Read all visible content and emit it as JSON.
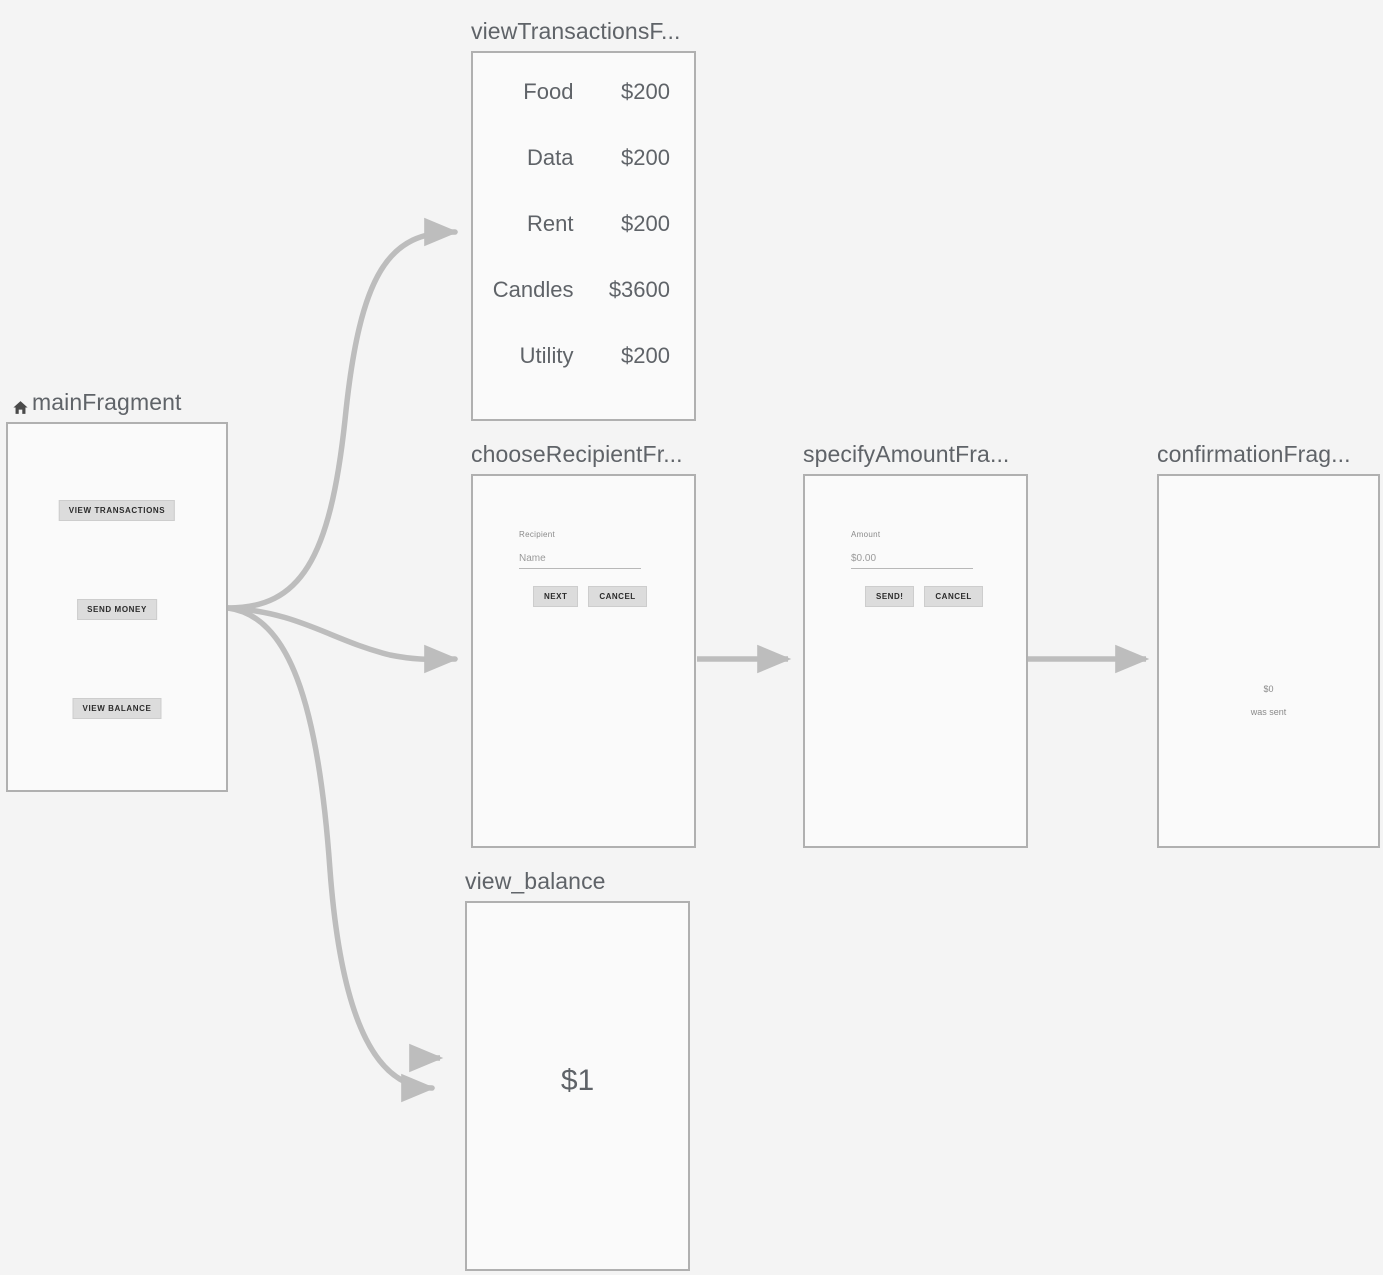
{
  "canvas": {
    "background": "#f4f4f4",
    "node_fill": "#fafafa",
    "node_border": "#b0b0b0",
    "edge_color": "#bdbdbd",
    "title_color": "#5f6368",
    "button_fill": "#dcdcdc"
  },
  "nodes": {
    "main": {
      "title": "mainFragment",
      "home_icon": "home-icon",
      "buttons": [
        {
          "label": "VIEW TRANSACTIONS"
        },
        {
          "label": "SEND MONEY"
        },
        {
          "label": "VIEW BALANCE"
        }
      ]
    },
    "view_transactions": {
      "title": "viewTransactionsF...",
      "transactions": [
        {
          "label": "Food",
          "amount": "$200"
        },
        {
          "label": "Data",
          "amount": "$200"
        },
        {
          "label": "Rent",
          "amount": "$200"
        },
        {
          "label": "Candles",
          "amount": "$3600"
        },
        {
          "label": "Utility",
          "amount": "$200"
        }
      ]
    },
    "choose_recipient": {
      "title": "chooseRecipientFr...",
      "field_label": "Recipient",
      "field_placeholder": "Name",
      "primary_button": "NEXT",
      "secondary_button": "CANCEL"
    },
    "specify_amount": {
      "title": "specifyAmountFra...",
      "field_label": "Amount",
      "field_placeholder": "$0.00",
      "primary_button": "SEND!",
      "secondary_button": "CANCEL"
    },
    "confirmation": {
      "title": "confirmationFrag...",
      "amount": "$0",
      "message": "was sent"
    },
    "view_balance": {
      "title": "view_balance",
      "balance": "$1"
    }
  }
}
